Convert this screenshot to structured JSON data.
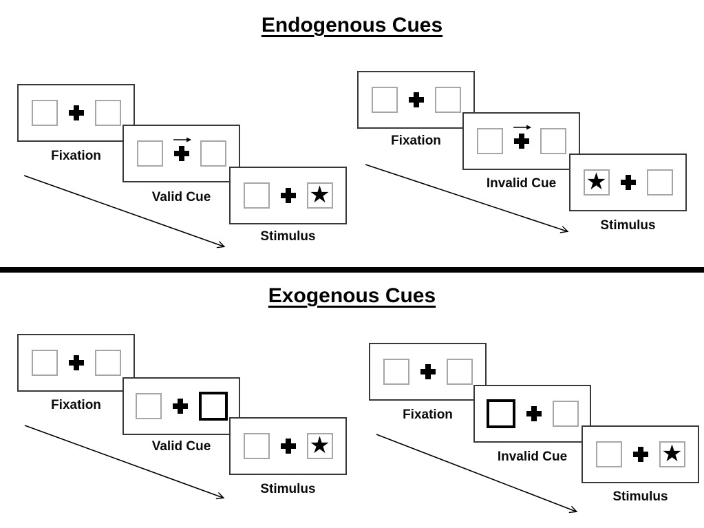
{
  "sections": [
    {
      "title": "Endogenous Cues",
      "sequences": [
        {
          "labels": [
            "Fixation",
            "Valid Cue",
            "Stimulus"
          ]
        },
        {
          "labels": [
            "Fixation",
            "Invalid Cue",
            "Stimulus"
          ]
        }
      ]
    },
    {
      "title": "Exogenous Cues",
      "sequences": [
        {
          "labels": [
            "Fixation",
            "Valid Cue",
            "Stimulus"
          ]
        },
        {
          "labels": [
            "Fixation",
            "Invalid Cue",
            "Stimulus"
          ]
        }
      ]
    }
  ],
  "icons": {
    "star": "★"
  },
  "colors": {
    "ink": "#000000",
    "box_border": "#a6a6a6",
    "panel_border": "#383838",
    "background": "#ffffff"
  }
}
